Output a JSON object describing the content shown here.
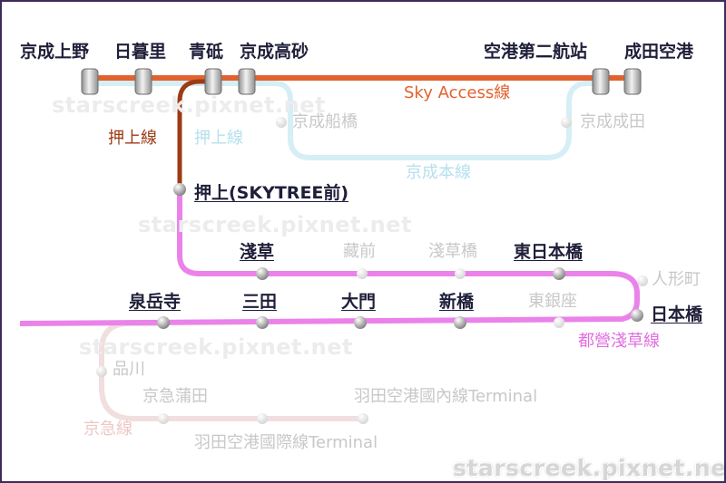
{
  "lines": {
    "sky_access": {
      "label": "Sky Access線",
      "color": "#e2622f"
    },
    "oshiage": {
      "label_dark": "押上線",
      "label_faded": "押上線",
      "color": "#9c3b14"
    },
    "keisei_main": {
      "label": "京成本線",
      "color": "#d6eef5"
    },
    "asakusa": {
      "label": "都營淺草線",
      "color": "#ea82ea"
    },
    "keikyu": {
      "label": "京急線",
      "color": "#f1dede"
    }
  },
  "stations": {
    "keisei_ueno": "京成上野",
    "nippori": "日暮里",
    "aoto": "青砥",
    "keisei_takasago": "京成高砂",
    "airport_t2": "空港第二航站",
    "narita_airport": "成田空港",
    "keisei_funabashi": "京成船橋",
    "keisei_narita": "京成成田",
    "oshiage": "押上(SKYTREE前)",
    "asakusa": "淺草",
    "kuramae": "藏前",
    "asakusabashi": "淺草橋",
    "higashi_nihombashi": "東日本橋",
    "ningyocho": "人形町",
    "sengakuji": "泉岳寺",
    "mita": "三田",
    "daimon": "大門",
    "shimbashi": "新橋",
    "higashi_ginza": "東銀座",
    "nihombashi": "日本橋",
    "shinagawa": "品川",
    "keikyu_kamata": "京急蒲田",
    "haneda_domestic": "羽田空港國內線Terminal",
    "haneda_international": "羽田空港國際線Terminal"
  },
  "watermark": "starscreek.pixnet.net"
}
